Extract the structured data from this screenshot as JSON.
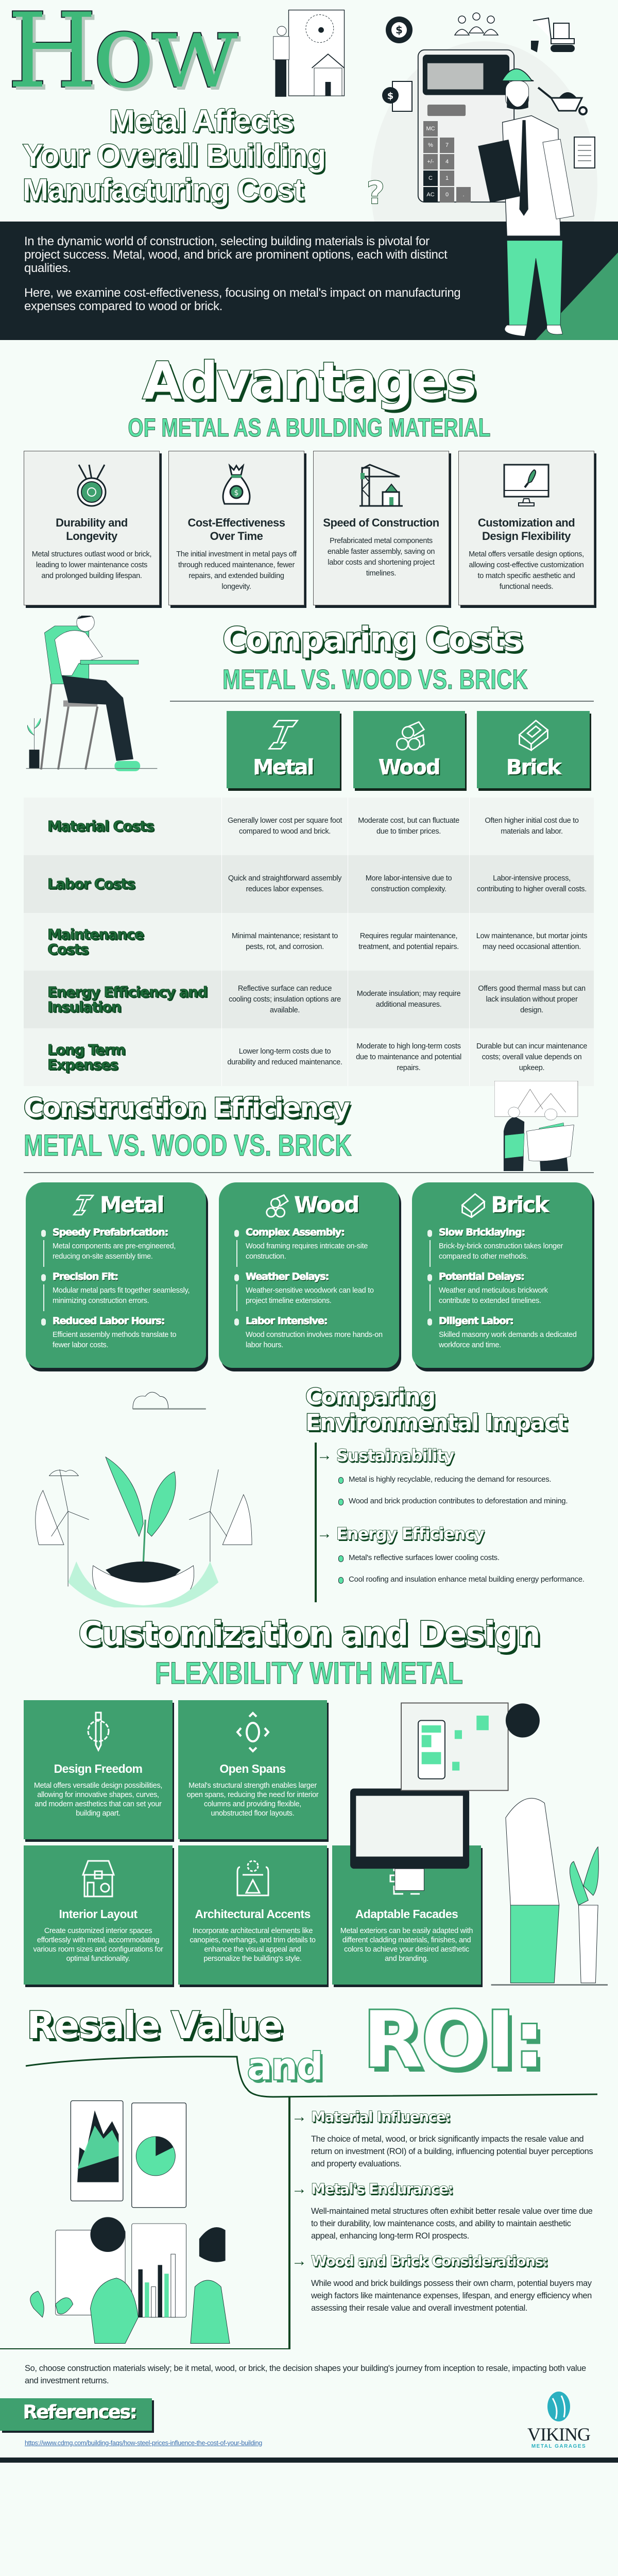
{
  "colors": {
    "background": "#f5fcf8",
    "dark": "#17242a",
    "green": "#3fa06f",
    "mint": "#5ae3a6",
    "title_outline": "#0c4520"
  },
  "hero": {
    "title_how": "How",
    "title_line1": "Metal Affects",
    "title_line2": "Your Overall Building",
    "title_line3": "Manufacturing Cost",
    "question_mark": "?",
    "intro": [
      "In the dynamic world of construction, selecting building materials is pivotal for project success. Metal, wood, and brick are prominent options, each with distinct qualities.",
      "Here, we examine cost-effectiveness, focusing on metal's impact on manufacturing expenses compared to wood or brick."
    ],
    "calculator_keys": [
      "MC",
      "%",
      "+/-",
      "C",
      "AC",
      "7",
      "4",
      "1",
      "0",
      "."
    ]
  },
  "advantages": {
    "title": "Advantages",
    "subtitle": "OF METAL AS A BUILDING MATERIAL",
    "cards": [
      {
        "icon": "medal-gear-icon",
        "title": "Durability and Longevity",
        "text": "Metal structures outlast wood or brick, leading to lower maintenance costs and prolonged building lifespan."
      },
      {
        "icon": "money-bag-icon",
        "title": "Cost-Effectiveness Over Time",
        "text": "The initial investment in metal pays off through reduced maintenance, fewer repairs, and extended building longevity."
      },
      {
        "icon": "crane-icon",
        "title": "Speed of Construction",
        "text": "Prefabricated metal components enable faster assembly, saving on labor costs and shortening project timelines."
      },
      {
        "icon": "monitor-brush-icon",
        "title": "Customization and Design Flexibility",
        "text": "Metal offers versatile design options, allowing cost-effective customization to match specific aesthetic and functional needs."
      }
    ]
  },
  "costs": {
    "title": "Comparing Costs",
    "subtitle": "METAL VS. WOOD VS. BRICK",
    "columns": [
      {
        "label": "Metal",
        "icon": "steel-beam-icon"
      },
      {
        "label": "Wood",
        "icon": "logs-icon"
      },
      {
        "label": "Brick",
        "icon": "brick-icon"
      }
    ],
    "rows": [
      {
        "label": "Material Costs",
        "metal": "Generally lower cost per square foot compared to wood and brick.",
        "wood": "Moderate cost, but can fluctuate due to timber prices.",
        "brick": "Often higher initial cost due to materials and labor."
      },
      {
        "label": "Labor Costs",
        "metal": "Quick and straightforward assembly reduces labor expenses.",
        "wood": "More labor-intensive due to construction complexity.",
        "brick": "Labor-intensive process, contributing to higher overall costs."
      },
      {
        "label": "Maintenance Costs",
        "metal": "Minimal maintenance; resistant to pests, rot, and corrosion.",
        "wood": "Requires regular maintenance, treatment, and potential repairs.",
        "brick": "Low maintenance, but mortar joints may need occasional attention."
      },
      {
        "label": "Energy Efficiency and Insulation",
        "metal": "Reflective surface can reduce cooling costs; insulation options are available.",
        "wood": "Moderate insulation; may require additional measures.",
        "brick": "Offers good thermal mass but can lack insulation without proper design."
      },
      {
        "label": "Long Term Expenses",
        "metal": "Lower long-term costs due to durability and reduced maintenance.",
        "wood": "Moderate to high long-term costs due to maintenance and potential repairs.",
        "brick": "Durable but can incur maintenance costs; overall value depends on upkeep."
      }
    ]
  },
  "efficiency": {
    "title": "Construction Efficiency",
    "subtitle": "METAL VS. WOOD VS. BRICK",
    "cards": [
      {
        "label": "Metal",
        "icon": "steel-beam-icon",
        "items": [
          {
            "title": "Speedy Prefabrication:",
            "text": "Metal components are pre-engineered, reducing on-site assembly time."
          },
          {
            "title": "Precision Fit:",
            "text": "Modular metal parts fit together seamlessly, minimizing construction errors."
          },
          {
            "title": "Reduced Labor Hours:",
            "text": "Efficient assembly methods translate to fewer labor costs."
          }
        ]
      },
      {
        "label": "Wood",
        "icon": "logs-icon",
        "items": [
          {
            "title": "Complex Assembly:",
            "text": "Wood framing requires intricate on-site construction."
          },
          {
            "title": "Weather Delays:",
            "text": "Weather-sensitive woodwork can lead to project timeline extensions."
          },
          {
            "title": "Labor Intensive:",
            "text": "Wood construction involves more hands-on labor hours."
          }
        ]
      },
      {
        "label": "Brick",
        "icon": "brick-icon",
        "items": [
          {
            "title": "Slow Bricklaying:",
            "text": "Brick-by-brick construction takes longer compared to other methods."
          },
          {
            "title": "Potential Delays:",
            "text": "Weather and meticulous brickwork contribute to extended timelines."
          },
          {
            "title": "Diligent Labor:",
            "text": "Skilled masonry work demands a dedicated workforce and time."
          }
        ]
      }
    ]
  },
  "environment": {
    "title_line1": "Comparing",
    "title_line2": "Environmental Impact",
    "sections": [
      {
        "heading": "Sustainability",
        "bullets": [
          "Metal is highly recyclable, reducing the demand for resources.",
          "Wood and brick production contributes to deforestation and mining."
        ]
      },
      {
        "heading": "Energy Efficiency",
        "bullets": [
          "Metal's reflective surfaces lower cooling costs.",
          "Cool roofing and insulation enhance metal building energy performance."
        ]
      }
    ]
  },
  "customization": {
    "title": "Customization and Design",
    "subtitle": "FLEXIBILITY WITH METAL",
    "cards": [
      {
        "icon": "gear-pencil-icon",
        "title": "Design Freedom",
        "text": "Metal offers versatile design possibilities, allowing for innovative shapes, curves, and modern aesthetics that can set your building apart."
      },
      {
        "icon": "expand-arrows-icon",
        "title": "Open Spans",
        "text": "Metal's structural strength enables larger open spans, reducing the need for interior columns and providing flexible, unobstructed floor layouts."
      },
      {
        "icon": "house-interior-icon",
        "title": "Interior Layout",
        "text": "Create customized interior spaces effortlessly with metal, accommodating various room sizes and configurations for optimal functionality."
      },
      {
        "icon": "blueprint-icon",
        "title": "Architectural Accents",
        "text": "Incorporate architectural elements like canopies, overhangs, and trim details to enhance the visual appeal and personalize the building's style."
      },
      {
        "icon": "gear-cycle-icon",
        "title": "Adaptable Facades",
        "text": "Metal exteriors can be easily adapted with different cladding materials, finishes, and colors to achieve your desired aesthetic and branding."
      }
    ]
  },
  "resale": {
    "title_part1": "Resale Value",
    "title_and": "and",
    "title_roi": "ROI:",
    "sections": [
      {
        "heading": "Material Influence:",
        "text": "The choice of metal, wood, or brick significantly impacts the resale value and return on investment (ROI) of a building, influencing potential buyer perceptions and property evaluations."
      },
      {
        "heading": "Metal's Endurance:",
        "text": "Well-maintained metal structures often exhibit better resale value over time due to their durability, low maintenance costs, and ability to maintain aesthetic appeal, enhancing long-term ROI prospects."
      },
      {
        "heading": "Wood and Brick Considerations:",
        "text": "While wood and brick buildings possess their own charm, potential buyers may weigh factors like maintenance expenses, lifespan, and energy efficiency when assessing their resale value and overall investment potential."
      }
    ]
  },
  "conclusion": "So, choose construction materials wisely; be it metal, wood, or brick, the decision shapes your building's journey from inception to resale, impacting both value and investment returns.",
  "references": {
    "title": "References:",
    "url": "https://www.cdmg.com/building-faqs/how-steel-prices-influence-the-cost-of-your-building"
  },
  "logo": {
    "name": "VIKING",
    "tagline": "METAL GARAGES"
  }
}
